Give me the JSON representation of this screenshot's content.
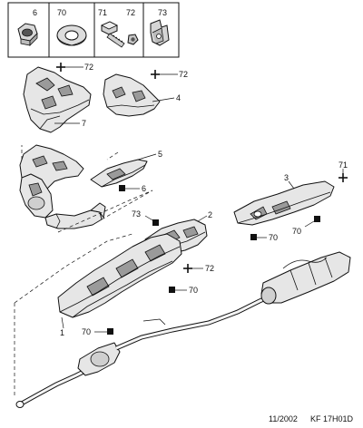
{
  "legend": {
    "items": [
      {
        "ref": "6",
        "icon": "hex-nut-icon"
      },
      {
        "ref": "70",
        "icon": "washer-icon"
      },
      {
        "ref": "71",
        "icon": "bolt-icon",
        "ref2": "72"
      },
      {
        "ref": "73",
        "icon": "clip-icon"
      }
    ]
  },
  "callouts": {
    "c72a": "72",
    "c72b": "72",
    "c72c": "72",
    "c7": "7",
    "c4": "4",
    "c5": "5",
    "c6": "6",
    "c73": "73",
    "c2": "2",
    "c3": "3",
    "c71": "71",
    "c70a": "70",
    "c70b": "70",
    "c70c": "70",
    "c70d": "70",
    "c1": "1"
  },
  "footer": {
    "date": "11/2002",
    "code": "KF 17H01D"
  }
}
